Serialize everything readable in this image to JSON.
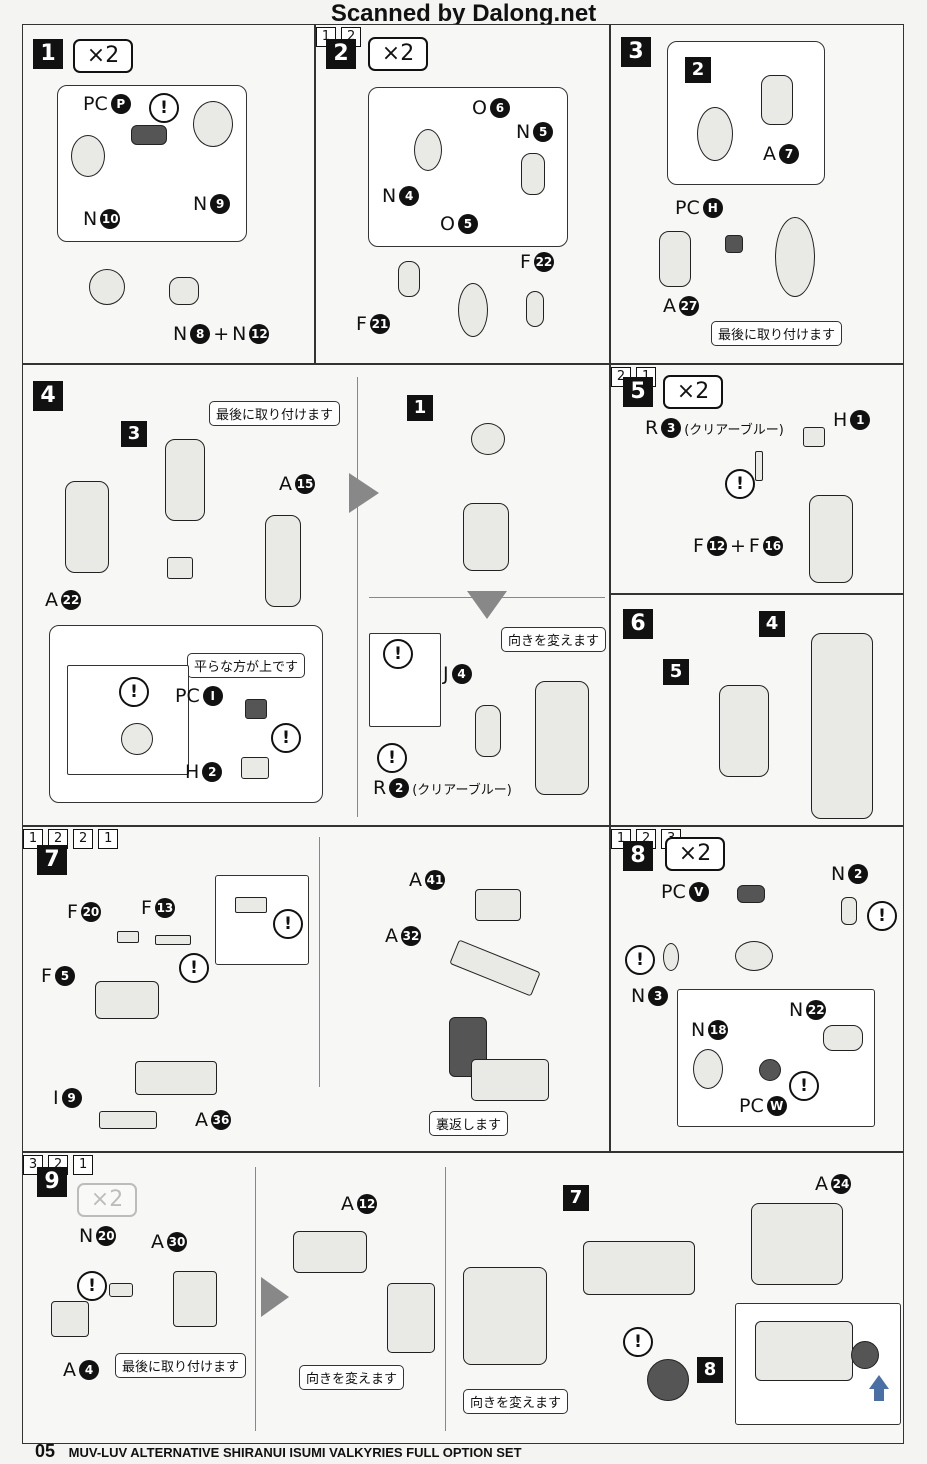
{
  "header": {
    "scanner_credit": "Scanned by Dalong.net"
  },
  "steps": [
    {
      "num": "1",
      "mult": "×2",
      "labels": {
        "pc": "PC",
        "pc_id": "P",
        "n10": "N",
        "n10_id": "10",
        "n9": "N",
        "n9_id": "9",
        "n8": "N",
        "n8_id": "8",
        "plus": "+",
        "n12": "N",
        "n12_id": "12"
      }
    },
    {
      "num": "2",
      "mult": "×2",
      "labels": {
        "o6": "O",
        "o6_id": "6",
        "n5": "N",
        "n5_id": "5",
        "n4": "N",
        "n4_id": "4",
        "o5": "O",
        "o5_id": "5",
        "f22": "F",
        "f22_id": "22",
        "f21": "F",
        "f21_id": "21",
        "s1": "1",
        "s2": "2"
      }
    },
    {
      "num": "3",
      "labels": {
        "sub2": "2",
        "a7": "A",
        "a7_id": "7",
        "pch": "PC",
        "pch_id": "H",
        "a27": "A",
        "a27_id": "27",
        "note": "最後に取り付けます"
      }
    },
    {
      "num": "4",
      "labels": {
        "note_last": "最後に取り付けます",
        "sub3": "3",
        "a15": "A",
        "a15_id": "15",
        "a22": "A",
        "a22_id": "22",
        "note_flat": "平らな方が上です",
        "pci": "PC",
        "pci_id": "I",
        "h2": "H",
        "h2_id": "2",
        "sub1": "1",
        "j4": "J",
        "j4_id": "4",
        "note_turn": "向きを変えます",
        "r2": "R",
        "r2_id": "2",
        "clear_blue": "(クリアーブルー)"
      }
    },
    {
      "num": "5",
      "mult": "×2",
      "labels": {
        "r3": "R",
        "r3_id": "3",
        "clear_blue": "(クリアーブルー)",
        "h1": "H",
        "h1_id": "1",
        "s1": "1",
        "s2": "2",
        "f12": "F",
        "f12_id": "12",
        "plus": "+",
        "f16": "F",
        "f16_id": "16"
      }
    },
    {
      "num": "6",
      "labels": {
        "sub4": "4",
        "sub5": "5"
      }
    },
    {
      "num": "7",
      "labels": {
        "f20": "F",
        "f20_id": "20",
        "f13": "F",
        "f13_id": "13",
        "f5": "F",
        "f5_id": "5",
        "s1": "1",
        "s2": "2",
        "i9": "I",
        "i9_id": "9",
        "a36": "A",
        "a36_id": "36",
        "a41": "A",
        "a41_id": "41",
        "a32": "A",
        "a32_id": "32",
        "r_s1": "1",
        "r_s2": "2",
        "note_flip": "裏返します"
      }
    },
    {
      "num": "8",
      "mult": "×2",
      "labels": {
        "pcv": "PC",
        "pcv_id": "V",
        "n2": "N",
        "n2_id": "2",
        "s1": "1",
        "s2": "2",
        "s3": "3",
        "n3": "N",
        "n3_id": "3",
        "n18": "N",
        "n18_id": "18",
        "n22": "N",
        "n22_id": "22",
        "pcw": "PC",
        "pcw_id": "W"
      }
    },
    {
      "num": "9",
      "mult": "×2",
      "labels": {
        "n20": "N",
        "n20_id": "20",
        "a30": "A",
        "a30_id": "30",
        "a4": "A",
        "a4_id": "4",
        "note_last": "最後に取り付けます",
        "a12": "A",
        "a12_id": "12",
        "note_turn1": "向きを変えます",
        "note_turn2": "向きを変えます",
        "sub7": "7",
        "a24": "A",
        "a24_id": "24",
        "s1": "1",
        "s2": "2",
        "s3": "3",
        "sub8": "8"
      }
    }
  ],
  "caution_symbol": "!",
  "footer": {
    "page": "05",
    "title": "MUV-LUV ALTERNATIVE SHIRANUI ISUMI VALKYRIES FULL OPTION SET"
  }
}
